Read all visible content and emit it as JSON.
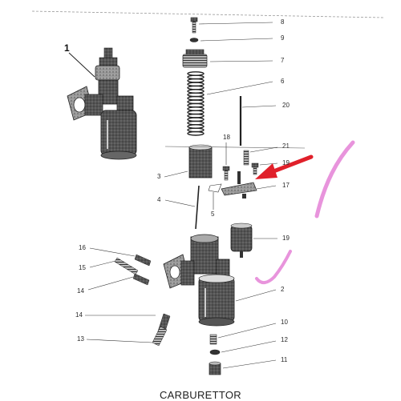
{
  "diagram": {
    "caption": "CARBURETTOR",
    "labels": {
      "main_view": "1",
      "screw_top": "8",
      "washer_top": "9",
      "cap": "7",
      "spring": "6",
      "needle": "20",
      "throttle_slide": "3",
      "jet_needle": "4",
      "clip": "5",
      "small_screw": "18",
      "screw_right": "21",
      "screw_right_b": "19",
      "float_lever": "17",
      "float": "19",
      "body": "2",
      "part_16": "16",
      "part_15": "15",
      "part_14_upper": "14",
      "part_14_lower": "14",
      "part_13": "13",
      "part_10": "10",
      "part_12": "12",
      "part_11": "11"
    },
    "colors": {
      "ink": "#333333",
      "arrow": "#e0202a",
      "highlight": "#e070d0"
    }
  }
}
